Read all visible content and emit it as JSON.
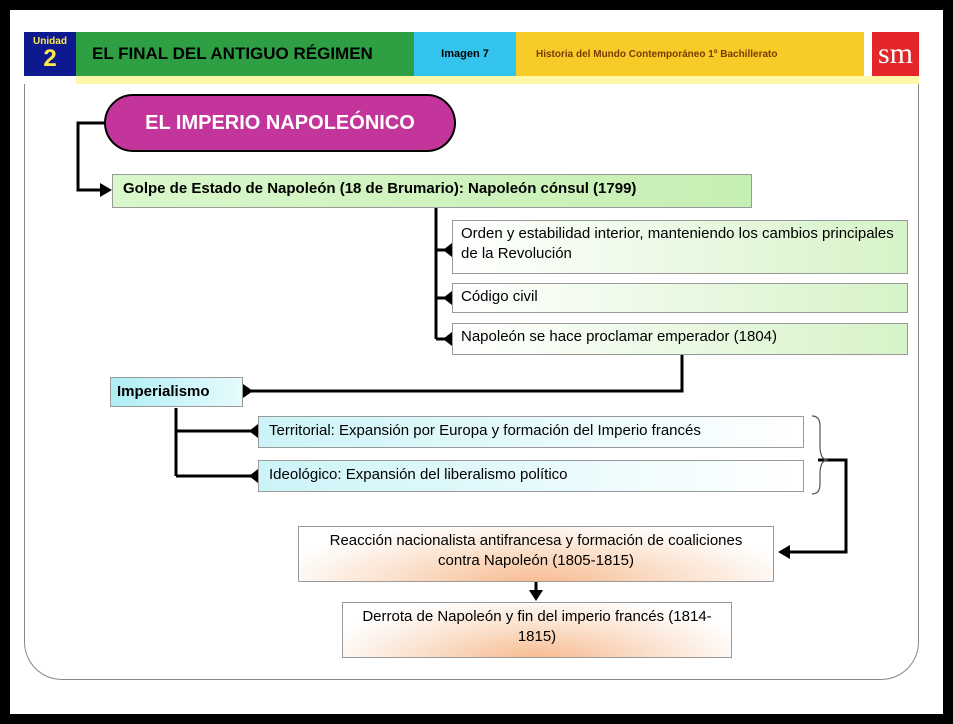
{
  "header": {
    "unit_label": "Unidad",
    "unit_number": "2",
    "title": "EL FINAL DEL ANTIGUO RÉGIMEN",
    "image_label": "Imagen 7",
    "course": "Historia del Mundo Contemporáneo 1º Bachillerato",
    "publisher": "sm"
  },
  "diagram": {
    "title": "EL IMPERIO NAPOLEÓNICO",
    "coup": "Golpe de Estado de Napoleón (18 de Brumario): Napoleón cónsul (1799)",
    "consulate_items": [
      "Orden y estabilidad interior, manteniendo los cambios principales de la Revolución",
      "Código civil",
      "Napoleón se hace proclamar emperador (1804)"
    ],
    "imperialism": "Imperialismo",
    "imperialism_items": [
      "Territorial: Expansión por Europa y formación del Imperio francés",
      "Ideológico: Expansión del liberalismo político"
    ],
    "reaction": "Reacción nacionalista antifrancesa y formación de coaliciones contra Napoleón (1805-1815)",
    "defeat": "Derrota de Napoleón y fin del imperio francés (1814-1815)"
  }
}
